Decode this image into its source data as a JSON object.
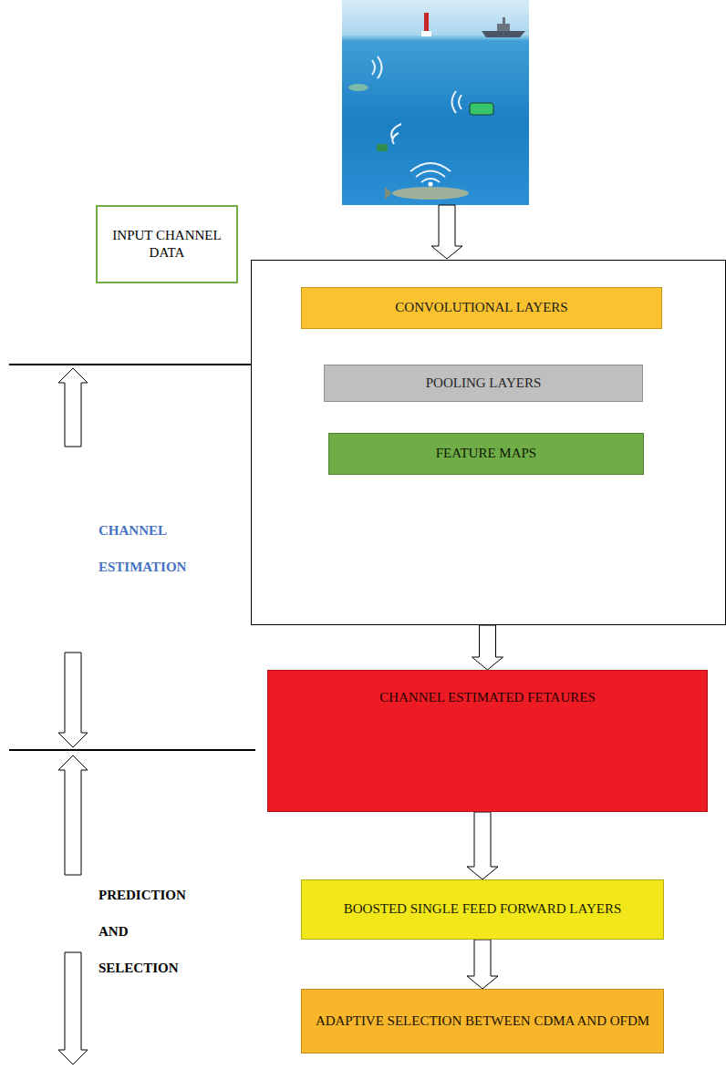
{
  "diagram": {
    "nodes": [
      {
        "text": [
          "INPUT CHANNEL DATA"
        ]
      },
      {
        "text": []
      },
      {
        "text": [
          "CONVOLUTIONAL LAYERS"
        ],
        "in": 1
      },
      {
        "text": [
          "POOLING LAYERS"
        ],
        "in": 1
      },
      {
        "text": [
          "FEATURE MAPS"
        ],
        "in": 1
      },
      {
        "text": [
          "CHANNEL ESTIMATED FETAURES"
        ]
      },
      {
        "text": [
          "BOOSTED SINGLE FEED FORWARD LAYERS"
        ]
      },
      {
        "text": [
          "ADAPTIVE SELECTION BETWEEN CDMA AND OFDM"
        ]
      }
    ],
    "edges": [
      {
        "from": 2,
        "to": 3,
        "arrow": "to"
      },
      {
        "from": 3,
        "to": 4,
        "arrow": "to"
      },
      {
        "from": 1,
        "to": 5,
        "arrow": "to"
      },
      {
        "from": 5,
        "to": 6,
        "arrow": "to"
      },
      {
        "from": 6,
        "to": 7,
        "arrow": "to"
      }
    ],
    "labels": [
      "CHANNEL ESTIMATION",
      "PREDICTION AND SELECTION"
    ]
  }
}
